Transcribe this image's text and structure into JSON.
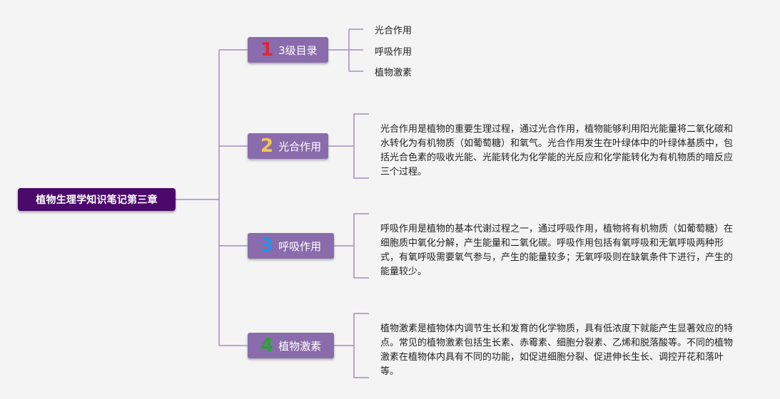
{
  "root": {
    "title": "植物生理学知识笔记第三章"
  },
  "branches": [
    {
      "number": "1",
      "label": "3级目录",
      "children": [
        "光合作用",
        "呼吸作用",
        "植物激素"
      ]
    },
    {
      "number": "2",
      "label": "光合作用",
      "text": "光合作用是植物的重要生理过程，通过光合作用，植物能够利用阳光能量将二氧化碳和水转化为有机物质（如葡萄糖）和氧气。光合作用发生在叶绿体中的叶绿体基质中，包括光合色素的吸收光能、光能转化为化学能的光反应和化学能转化为有机物质的暗反应三个过程。"
    },
    {
      "number": "3",
      "label": "呼吸作用",
      "text": "呼吸作用是植物的基本代谢过程之一，通过呼吸作用，植物将有机物质（如葡萄糖）在细胞质中氧化分解，产生能量和二氧化碳。呼吸作用包括有氧呼吸和无氧呼吸两种形式，有氧呼吸需要氧气参与，产生的能量较多；无氧呼吸则在缺氧条件下进行，产生的能量较少。"
    },
    {
      "number": "4",
      "label": "植物激素",
      "text": "植物激素是植物体内调节生长和发育的化学物质，具有低浓度下就能产生显著效应的特点。常见的植物激素包括生长素、赤霉素、细胞分裂素、乙烯和脱落酸等。不同的植物激素在植物体内具有不同的功能，如促进细胞分裂、促进伸长生长、调控开花和落叶等。"
    }
  ],
  "colors": {
    "root_fill": "#4b0a6b",
    "branch_fill": "#8a6bab",
    "connector": "#a58bc4",
    "background": "#f4f4f4"
  }
}
